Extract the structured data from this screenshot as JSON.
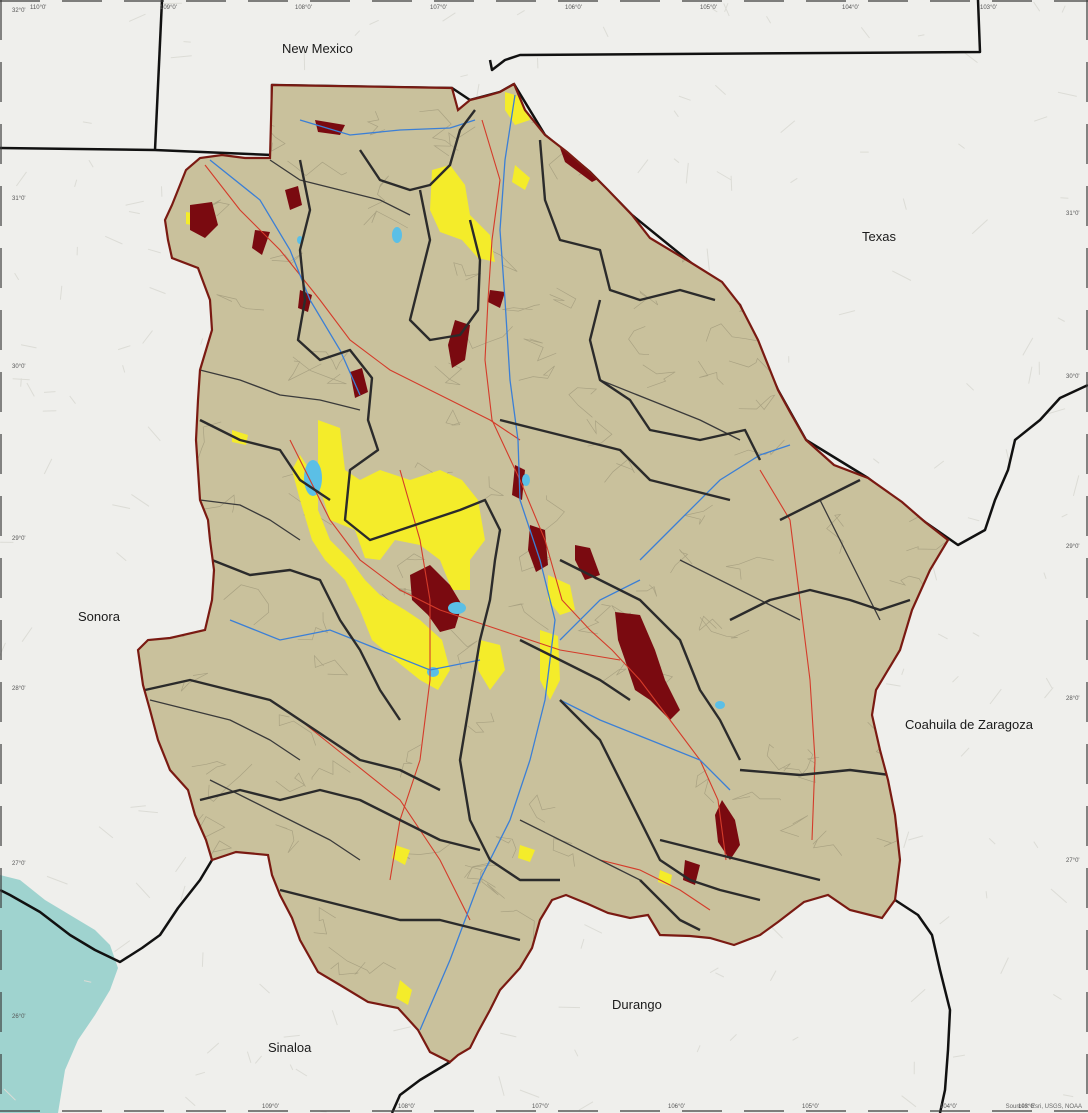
{
  "map": {
    "labels": {
      "new_mexico": "New Mexico",
      "texas": "Texas",
      "sonora": "Sonora",
      "coahuila": "Coahuila de Zaragoza",
      "durango": "Durango",
      "sinaloa": "Sinaloa"
    },
    "top_ticks": [
      "110°0'",
      "109°0'",
      "108°0'",
      "107°0'",
      "106°0'",
      "105°0'",
      "104°0'",
      "103°0'"
    ],
    "bottom_ticks": [
      "109°0'",
      "108°0'",
      "107°0'",
      "106°0'",
      "105°0'",
      "104°0'",
      "103°0'"
    ],
    "left_ticks": [
      "32°0'",
      "31°0'",
      "30°0'",
      "29°0'",
      "28°0'",
      "27°0'",
      "26°0'"
    ],
    "right_ticks": [
      "31°0'",
      "30°0'",
      "29°0'",
      "28°0'",
      "27°0'"
    ],
    "credit": "Sources: Esri, USGS, NOAA",
    "colors": {
      "state_fill": "#c9c19c",
      "state_outline": "#7a1a12",
      "urban": "#7a0a10",
      "agriculture": "#f4ec2a",
      "water": "#5bbfe6",
      "ocean": "#9fd3cf",
      "roads": "#d43b2a",
      "rivers": "#3b7fd6",
      "municipal_lines": "#2b2b2b"
    }
  }
}
